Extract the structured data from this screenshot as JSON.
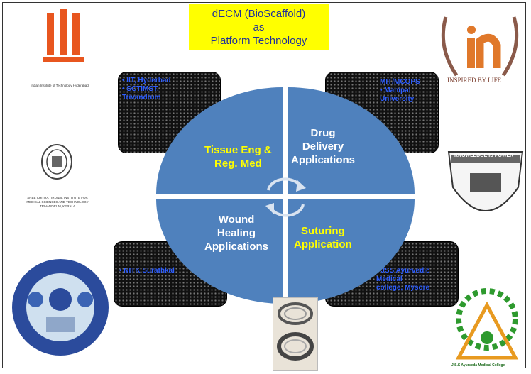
{
  "title": {
    "line1": "dECM (BioScaffold)",
    "line2": "as",
    "line3": "Platform Technology"
  },
  "quadrants": {
    "top_left": [
      "Tissue Eng &",
      "Reg. Med"
    ],
    "top_right": [
      "Drug",
      "Delivery",
      "Applications"
    ],
    "bottom_left": [
      "Wound",
      "Healing",
      "Applications"
    ],
    "bottom_right": [
      "Suturing",
      "Application"
    ]
  },
  "partner_boxes": {
    "top_left": [
      "• IIT, Hyderbad",
      "• SCTIMST,",
      "   Trivandrum"
    ],
    "top_right": [
      "MIT/MCOPS",
      "• Manipal",
      "   University"
    ],
    "bottom_left": [
      "• NITK Surathkal"
    ],
    "bottom_right": [
      "• JSS Ayurvedic",
      "   Medical",
      "   college, Mysore"
    ]
  },
  "logos": {
    "iith_caption": "Indian Institute of Technology Hyderabad",
    "sctimst_caption": [
      "SREE CHITRA TIRUNAL INSTITUTE FOR",
      "MEDICAL SCIENCES AND TECHNOLOGY",
      "TRIVANDRUM, KERALA"
    ],
    "manipal_motto": "INSPIRED BY LIFE",
    "mit_motto": "KNOWLEDGE IS POWER",
    "jss_caption": "J.S.S Ayurveda Medical College"
  },
  "colors": {
    "circle": "#4f81bd",
    "title_bg": "#ffff00",
    "title_text": "#1f2f9a",
    "partner_text": "#2f5fff",
    "quad_yellow": "#ffff00",
    "quad_white": "#ffffff"
  }
}
